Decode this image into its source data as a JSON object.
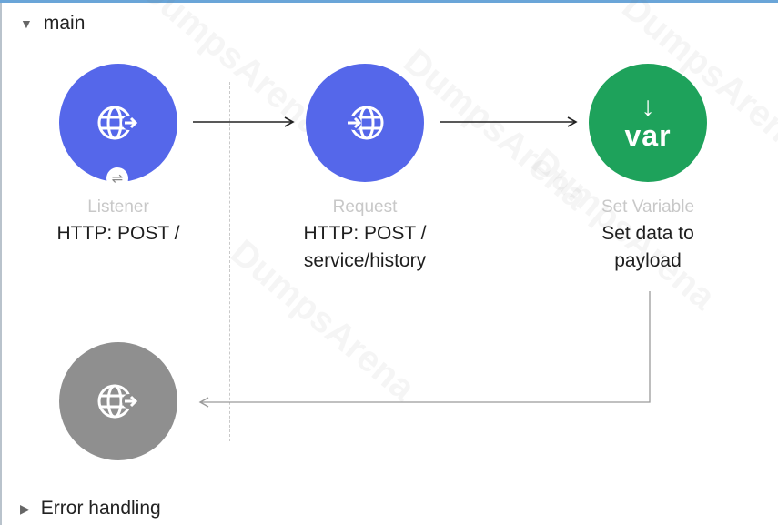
{
  "flow": {
    "main_label": "main",
    "error_label": "Error handling"
  },
  "nodes": {
    "listener": {
      "type": "Listener",
      "description": "HTTP: POST /",
      "icon": "http-globe-icon",
      "color": "#5567ea"
    },
    "request": {
      "type": "Request",
      "description_line1": "HTTP: POST /",
      "description_line2": "service/history",
      "icon": "http-globe-icon",
      "color": "#5567ea"
    },
    "set_variable": {
      "type": "Set Variable",
      "description_line1": "Set data to",
      "description_line2": "payload",
      "icon": "var-icon",
      "icon_text": "var",
      "color": "#1ea25b"
    },
    "response": {
      "icon": "http-globe-icon",
      "color": "#8f8f8f"
    }
  },
  "watermark": "DumpsArena"
}
